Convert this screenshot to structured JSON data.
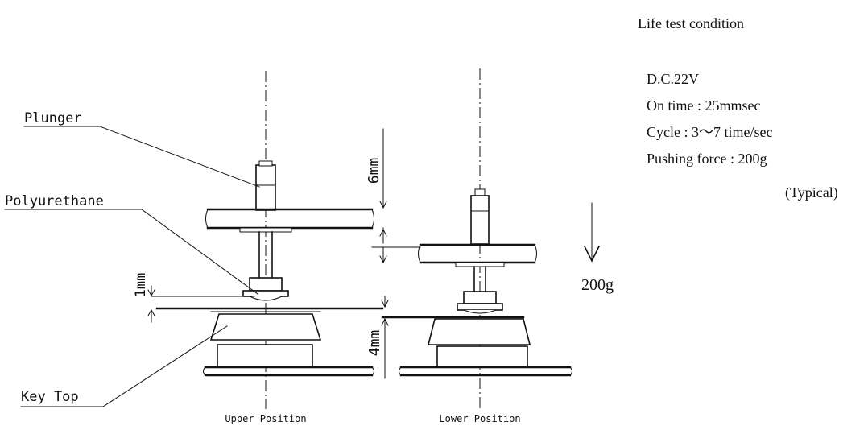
{
  "labels": {
    "plunger": "Plunger",
    "polyurethane": "Polyurethane",
    "key_top": "Key Top",
    "upper_position": "Upper Position",
    "lower_position": "Lower Position"
  },
  "dimensions": {
    "stroke_6mm": "6mm",
    "gap_1mm": "1mm",
    "height_4mm": "4mm"
  },
  "force": {
    "value": "200g"
  },
  "conditions": {
    "title": "Life test condition",
    "voltage": "D.C.22V",
    "on_time": "On time : 25mmsec",
    "cycle": "Cycle : 3～7 time/sec",
    "pushing_force": "Pushing force : 200g",
    "note": "(Typical)"
  }
}
